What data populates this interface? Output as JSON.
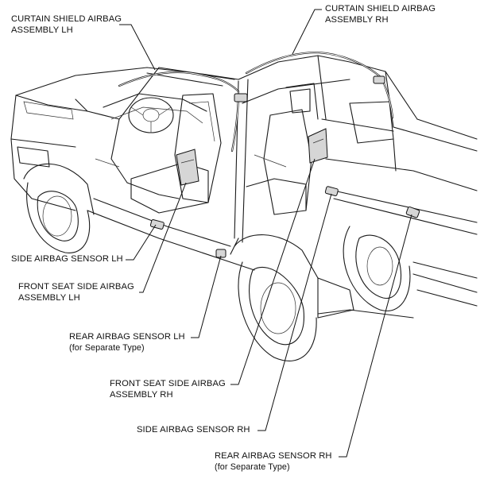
{
  "labels": {
    "curtain_lh": [
      "CURTAIN SHIELD AIRBAG",
      "ASSEMBLY LH"
    ],
    "curtain_rh": [
      "CURTAIN SHIELD AIRBAG",
      "ASSEMBLY RH"
    ],
    "side_sensor_lh": [
      "SIDE AIRBAG SENSOR LH"
    ],
    "front_seat_lh": [
      "FRONT SEAT SIDE AIRBAG",
      "ASSEMBLY LH"
    ],
    "rear_sensor_lh": [
      "REAR AIRBAG SENSOR LH",
      "(for Separate Type)"
    ],
    "front_seat_rh": [
      "FRONT SEAT SIDE AIRBAG",
      "ASSEMBLY RH"
    ],
    "side_sensor_rh": [
      "SIDE AIRBAG SENSOR RH"
    ],
    "rear_sensor_rh": [
      "REAR AIRBAG SENSOR RH",
      "(for Separate Type)"
    ]
  }
}
